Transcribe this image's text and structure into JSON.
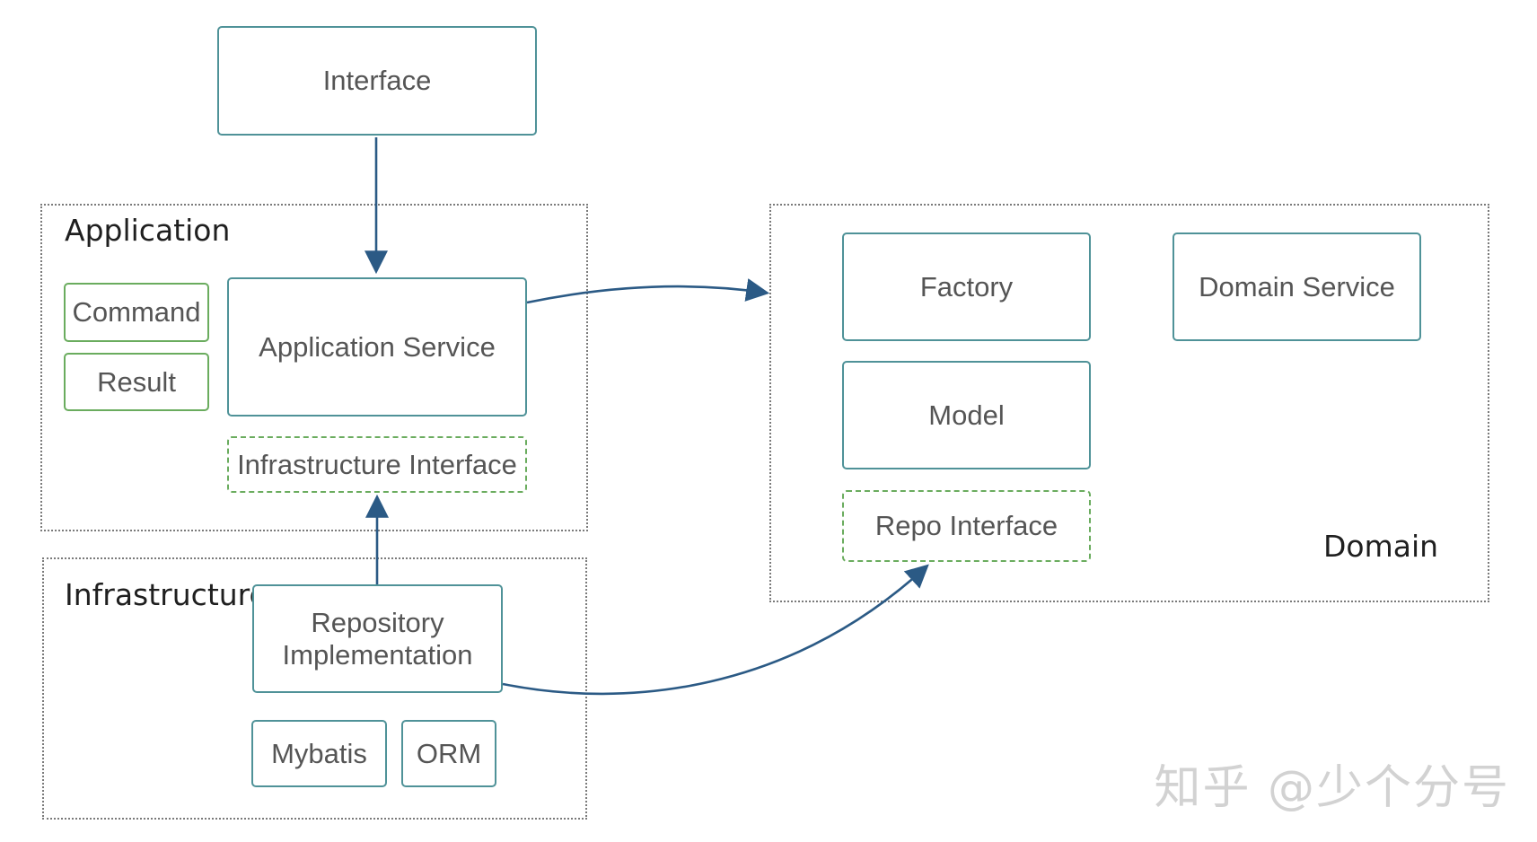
{
  "regions": {
    "application": "Application",
    "infrastructure": "Infrastructure",
    "domain": "Domain"
  },
  "boxes": {
    "interface": "Interface",
    "command": "Command",
    "result": "Result",
    "application_service": "Application Service",
    "infrastructure_interface": "Infrastructure Interface",
    "repository_implementation_line1": "Repository",
    "repository_implementation_line2": "Implementation",
    "mybatis": "Mybatis",
    "orm": "ORM",
    "factory": "Factory",
    "domain_service": "Domain Service",
    "model": "Model",
    "repo_interface": "Repo Interface"
  },
  "watermark": "知乎 @少个分号",
  "colors": {
    "box_border": "#4f9298",
    "green_border": "#6aac5e",
    "arrow": "#2b5a85",
    "region_border": "#7a7a7a"
  }
}
